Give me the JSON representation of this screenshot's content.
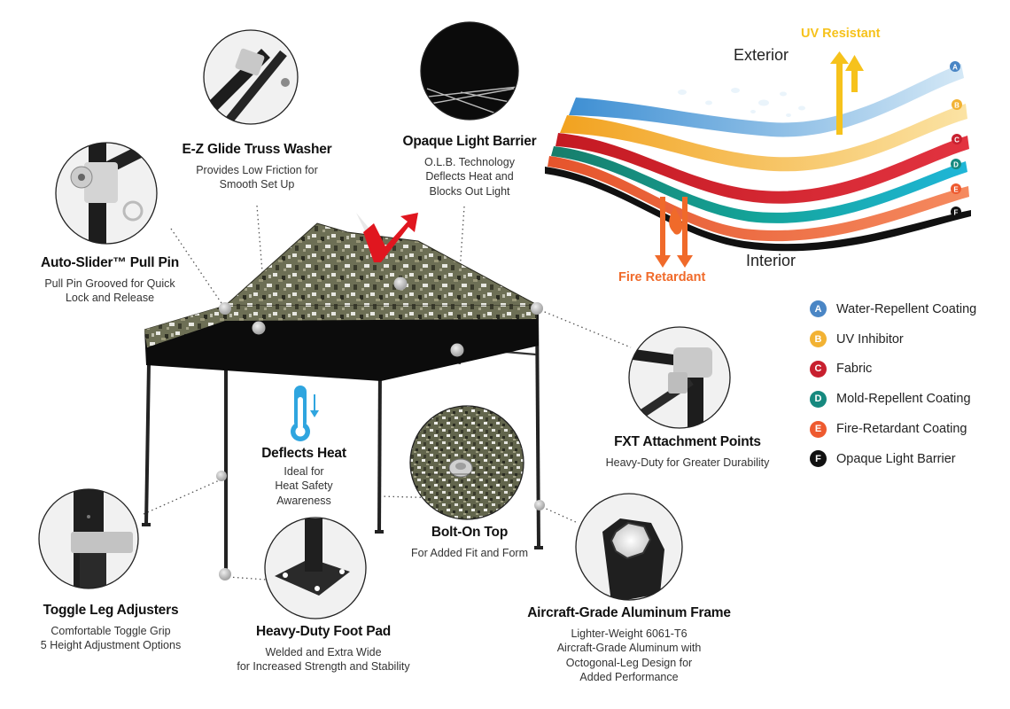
{
  "features": {
    "ez_glide": {
      "title": "E-Z Glide Truss Washer",
      "desc": [
        "Provides Low Friction for",
        "Smooth Set Up"
      ]
    },
    "opaque": {
      "title": "Opaque Light Barrier",
      "desc": [
        "O.L.B. Technology",
        "Deflects Heat and",
        "Blocks Out Light"
      ]
    },
    "auto_slider": {
      "title": "Auto-Slider™ Pull Pin",
      "desc": [
        "Pull Pin Grooved for Quick",
        "Lock and Release"
      ]
    },
    "fxt": {
      "title": "FXT Attachment Points",
      "desc": [
        "Heavy-Duty for Greater Durability"
      ]
    },
    "deflects": {
      "title": "Deflects Heat",
      "desc": [
        "Ideal for",
        "Heat Safety",
        "Awareness"
      ]
    },
    "bolt": {
      "title": "Bolt-On Top",
      "desc": [
        "For Added Fit and Form"
      ]
    },
    "toggle": {
      "title": "Toggle Leg Adjusters",
      "desc": [
        "Comfortable Toggle Grip",
        "5 Height Adjustment Options"
      ]
    },
    "foot": {
      "title": "Heavy-Duty Foot Pad",
      "desc": [
        "Welded and Extra Wide",
        "for Increased Strength and Stability"
      ]
    },
    "aluminum": {
      "title": "Aircraft-Grade Aluminum Frame",
      "desc": [
        "Lighter-Weight 6061-T6",
        "Aircraft-Grade Aluminum with",
        "Octogonal-Leg Design for",
        "Added Performance"
      ]
    }
  },
  "layers": {
    "exterior": "Exterior",
    "interior": "Interior",
    "uv_resistant": "UV Resistant",
    "fire_retardant": "Fire Retardant",
    "markers": [
      "A",
      "B",
      "C",
      "D",
      "E",
      "F"
    ]
  },
  "legend": [
    {
      "letter": "A",
      "label": "Water-Repellent Coating",
      "color": "#4a86c5"
    },
    {
      "letter": "B",
      "label": "UV Inhibitor",
      "color": "#f2b233"
    },
    {
      "letter": "C",
      "label": "Fabric",
      "color": "#c8202f"
    },
    {
      "letter": "D",
      "label": "Mold-Repellent Coating",
      "color": "#16897f"
    },
    {
      "letter": "E",
      "label": "Fire-Retardant Coating",
      "color": "#ee5a2f"
    },
    {
      "letter": "F",
      "label": "Opaque Light Barrier",
      "color": "#111111"
    }
  ],
  "colors": {
    "uv": "#f6c21c",
    "fire": "#f06a2a",
    "arrow_red": "#e0161f",
    "thermo": "#2fa5df",
    "frame": "#1f1f1f"
  }
}
